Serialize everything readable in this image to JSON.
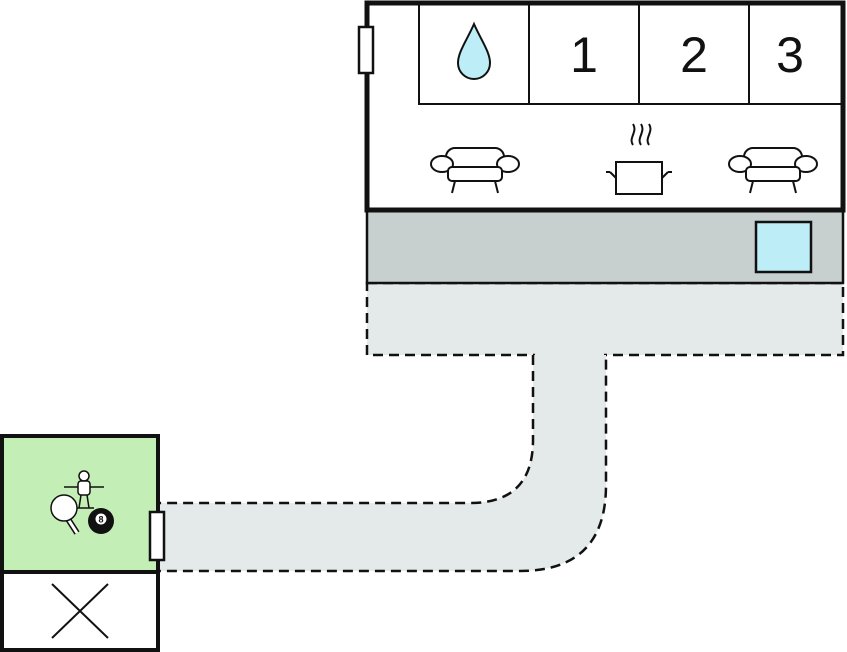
{
  "main_house": {
    "rooms": [
      {
        "icon": "water-drop-icon",
        "label": ""
      },
      {
        "icon": "",
        "label": "1"
      },
      {
        "icon": "",
        "label": "2"
      },
      {
        "icon": "",
        "label": "3"
      }
    ],
    "living_icons": [
      "sofa-icon",
      "cooking-pot-icon",
      "sofa-icon"
    ]
  },
  "annex": {
    "icons": [
      "foosball-icon",
      "table-tennis-icon",
      "billiard-ball-icon"
    ],
    "ball_number": "8",
    "lower_room_icon": "cross-icon"
  },
  "colors": {
    "water": "#bdeef7",
    "terrace": "#c8d0cf",
    "path": "#e4e9e9",
    "annex": "#c3efb6",
    "outline": "#111111"
  }
}
